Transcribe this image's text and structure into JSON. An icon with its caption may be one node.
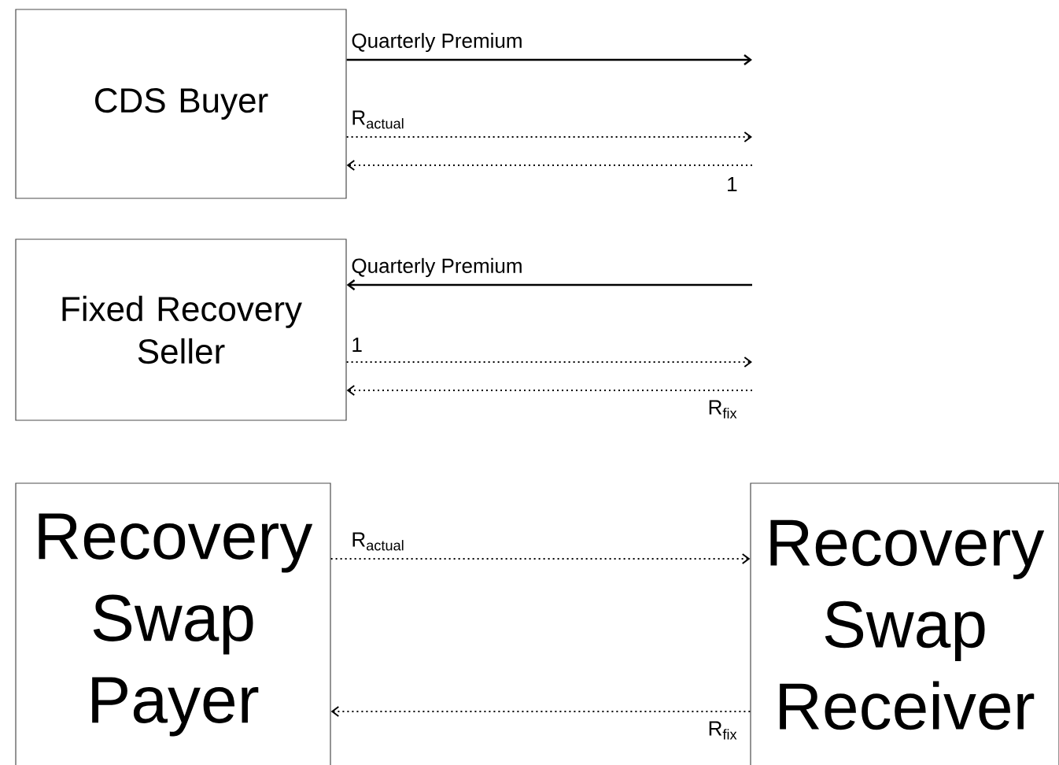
{
  "diagram": {
    "nodes": [
      {
        "text": [
          "CDS Buyer"
        ]
      },
      {
        "text": [
          "Fixed Recovery Seller"
        ]
      },
      {
        "text": [
          "Recovery Swap Payer"
        ]
      },
      {
        "text": [
          "Recovery Swap Receiver"
        ]
      }
    ],
    "edges": [
      {
        "from": 0,
        "to": null,
        "arrow": "to",
        "label": "Quarterly Premium"
      },
      {
        "from": 0,
        "to": null,
        "arrow": "to",
        "label": "R$_{actual}$",
        "style": "dashed"
      },
      {
        "from": null,
        "to": 0,
        "arrow": "to",
        "label": "1",
        "style": "dashed"
      },
      {
        "from": null,
        "to": 1,
        "arrow": "to",
        "label": "Quarterly Premium"
      },
      {
        "from": 1,
        "to": null,
        "arrow": "to",
        "label": "1",
        "style": "dashed"
      },
      {
        "from": null,
        "to": 1,
        "arrow": "to",
        "label": "R$_{fix}$",
        "style": "dashed"
      },
      {
        "from": 2,
        "to": 3,
        "arrow": "to",
        "label": "R$_{actual}$",
        "style": "dashed"
      },
      {
        "from": 3,
        "to": 2,
        "arrow": "to",
        "label": "R$_{fix}$",
        "style": "dashed"
      }
    ]
  }
}
